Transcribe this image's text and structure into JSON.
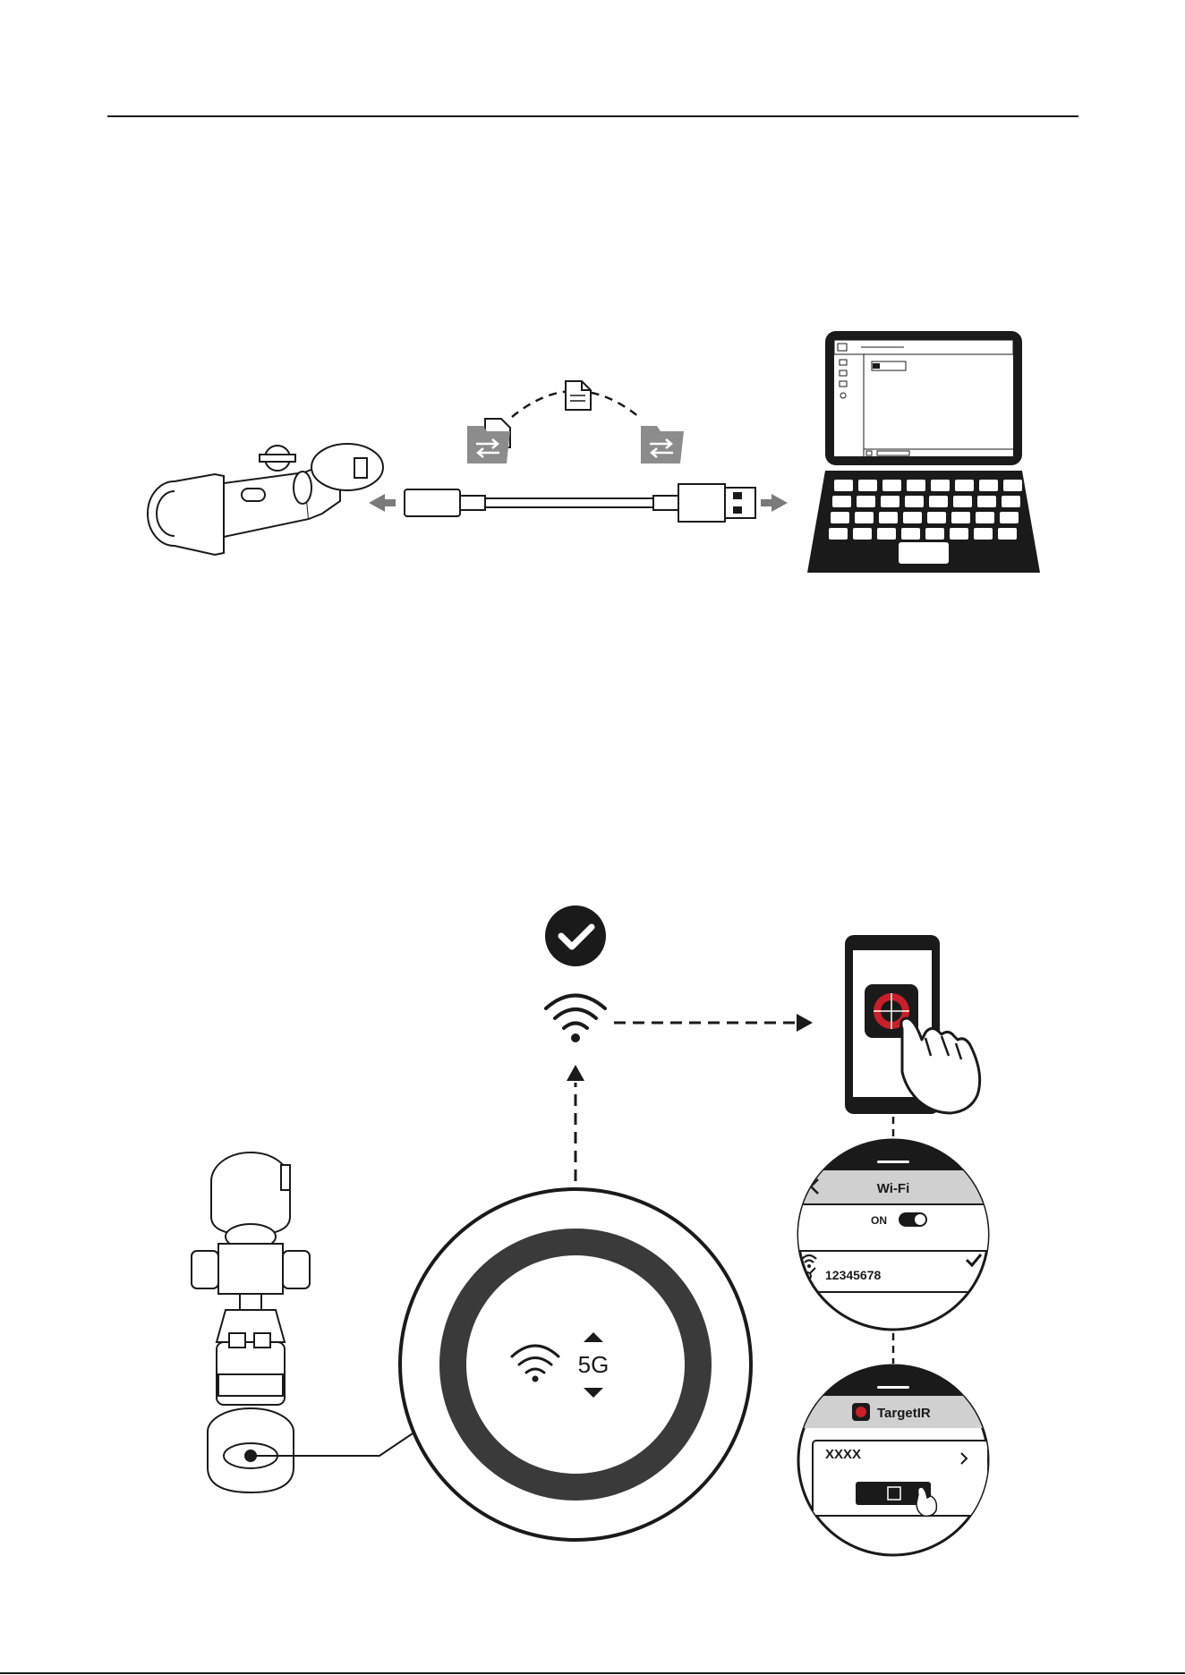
{
  "figure_usb": {
    "cable_transfer": true
  },
  "figure_wifi": {
    "wifi_panel": {
      "title": "Wi-Fi",
      "toggle_label": "ON",
      "toggle_state": "on",
      "password": "12345678"
    },
    "app_panel": {
      "app_name": "TargetIR",
      "device_name": "XXXX"
    },
    "device_button": {
      "band_label": "5G"
    }
  },
  "colors": {
    "ink": "#1a1a1a",
    "gray_arrow": "#7a7a7a",
    "gray_icon": "#8c8c8c",
    "ring_dark": "#3a3a3a",
    "brand_red": "#c8202a"
  }
}
